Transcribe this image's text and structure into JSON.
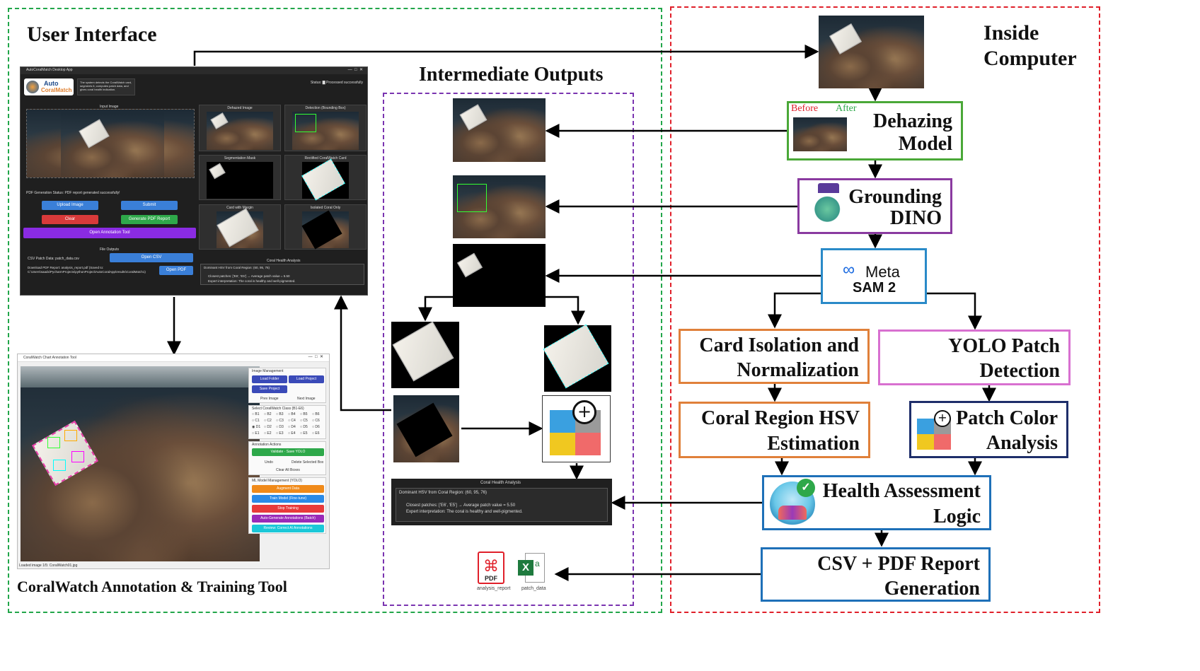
{
  "left_section": {
    "title": "User Interface"
  },
  "middle_section": {
    "title": "Intermediate Outputs"
  },
  "right_section": {
    "title_line1": "Inside",
    "title_line2": "Computer"
  },
  "app": {
    "window_title": "AutoCoralMatch Desktop App",
    "logo_line1": "Auto",
    "logo_line2": "CoralMatch",
    "description": "The system detects the CoralWatch card, segments it, computes patch data, and gives coral health indication.",
    "status": "Status: ▇ Processed successfully",
    "input_image_label": "Input Image",
    "dehazed_label": "Dehazed Image",
    "detection_label": "Detection (Bounding Box)",
    "segmentation_label": "Segmentation Mask",
    "rectified_label": "Rectified CoralWatch Card",
    "margin_label": "Card with Margin",
    "isolated_label": "Isolated Coral Only",
    "pdf_status": "PDF Generation Status: PDF report generated successfully!",
    "upload_btn": "Upload Image",
    "submit_btn": "Submit",
    "clear_btn": "Clear",
    "generate_btn": "Generate PDF Report",
    "annot_btn": "Open Annotation Tool",
    "file_outputs": "File Outputs",
    "csv_text": "CSV Patch Data: patch_data.csv",
    "open_csv": "Open CSV",
    "pdf_text": "Download PDF Report: analysis_report.pdf (Saved to: C:\\Users\\saadx\\PycharmProjects\\pythonProject\\AutoCoralApp\\results\\CoralMatch1)",
    "open_pdf": "Open PDF",
    "health_title": "Coral Health Analysis",
    "health_hsv": "Dominant HSV from Coral Region: (60, 95, 76)",
    "health_patches": "Closest patches: ['E6', 'E5'] → Average patch value = 5.50",
    "health_expert": "Expert interpretation: The coral is healthy and well-pigmented."
  },
  "annot": {
    "window_title": "CoralWatch Chart Annotation Tool",
    "img_mgmt": "Image Management",
    "load_folder": "Load Folder",
    "load_project": "Load Project",
    "save_project": "Save Project",
    "prev_image": "Prev Image",
    "next_image": "Next Image",
    "select_class": "Select CoralWatch Class (B1-E6)",
    "annot_actions": "Annotation Actions",
    "validate": "Validate · Save YOLO",
    "undo": "Undo",
    "delete_box": "Delete Selected Box",
    "clear_boxes": "Clear All Boxes",
    "ml_mgmt": "ML Model Management (YOLO)",
    "augment": "Augment Data",
    "train": "Train Model (Fine-tune)",
    "stop": "Stop Training",
    "auto_gen": "Auto-Generate Annotations (Batch)",
    "review": "Review: Correct AI Annotations",
    "loaded": "Loaded image 1/5: CoralWatch01.jpg",
    "caption": "CoralWatch Annotation & Training Tool",
    "classes": [
      "B1",
      "B2",
      "B3",
      "B4",
      "B5",
      "B6",
      "C1",
      "C2",
      "C3",
      "C4",
      "C5",
      "C6",
      "D1",
      "D2",
      "D3",
      "D4",
      "D5",
      "D6",
      "E1",
      "E2",
      "E3",
      "E4",
      "E5",
      "E6"
    ]
  },
  "middle": {
    "health_title": "Coral Health Analysis",
    "health_hsv": "Dominant HSV from Coral Region: (60, 95, 76)",
    "health_patches": "Closest patches: ['E6', 'E5'] → Average patch value = 5.50",
    "health_expert": "Expert interpretation: The coral is healthy and well-pigmented.",
    "pdf_label": "analysis_report",
    "csv_label": "patch_data",
    "pdf_icon_text": "PDF",
    "xls_icon_text": "X"
  },
  "pipeline": {
    "dehaze_before": "Before",
    "dehaze_after": "After",
    "dehaze_1": "Dehazing",
    "dehaze_2": "Model",
    "gdino_1": "Grounding",
    "gdino_2": "DINO",
    "meta_1": "Meta",
    "meta_2": "SAM 2",
    "card_1": "Card Isolation and",
    "card_2": "Normalization",
    "yolo_1": "YOLO Patch",
    "yolo_2": "Detection",
    "hsv_1": "Coral Region HSV",
    "hsv_2": "Estimation",
    "patch_1": "Patch Color",
    "patch_2": "Analysis",
    "health_1": "Health Assessment",
    "health_2": "Logic",
    "report_1": "CSV + PDF Report",
    "report_2": "Generation"
  },
  "colors": {
    "green_dash": "#22a64a",
    "red_dash": "#e0202a",
    "purple_dash": "#7a34b0",
    "dehaze": "#4aa838",
    "gdino": "#8a3aa0",
    "meta": "#2a8ac8",
    "card": "#e0803a",
    "yolo": "#d870d0",
    "hsv": "#e0803a",
    "patch": "#1e2e6a",
    "health": "#1e70b8",
    "report": "#1e70b8"
  }
}
